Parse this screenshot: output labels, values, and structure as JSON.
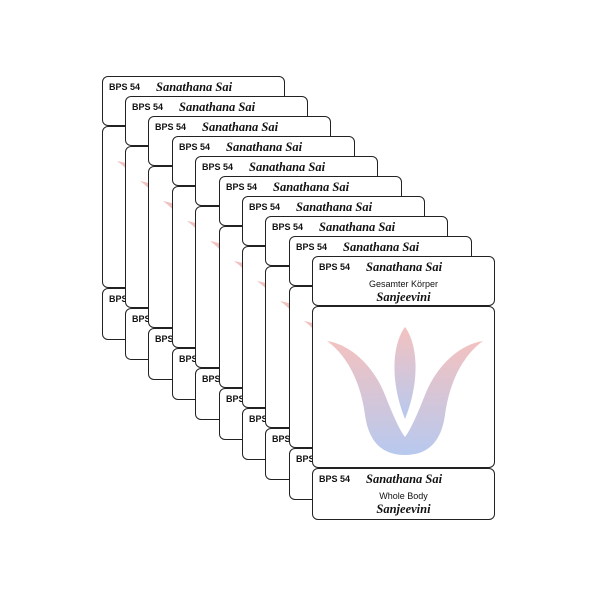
{
  "card": {
    "code": "BPS 54",
    "name": "Sanathana Sai",
    "subtitle_de": "Gesamter Körper",
    "subtitle_en": "Whole Body",
    "title": "Sanjeevini"
  },
  "stack_count": 10,
  "colors": {
    "lotus_top": "#f3c2c0",
    "lotus_bottom": "#b7c9ef",
    "border": "#222222"
  },
  "icon": "lotus-icon"
}
